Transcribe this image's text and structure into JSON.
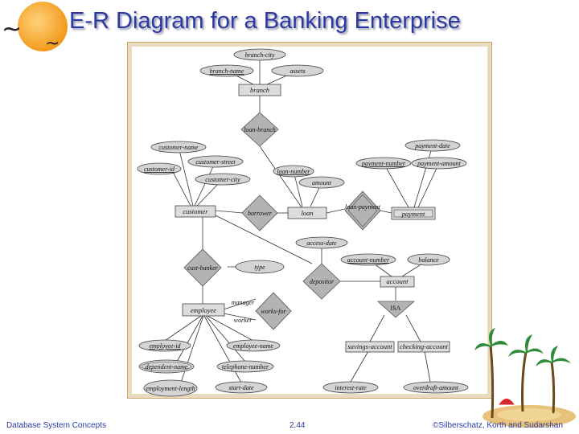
{
  "slide": {
    "title": "E-R Diagram for a Banking Enterprise",
    "footer_left": "Database System Concepts",
    "footer_center": "2.44",
    "footer_right": "©Silberschatz, Korth and Sudarshan"
  },
  "diagram": {
    "entities": {
      "branch": "branch",
      "customer": "customer",
      "loan": "loan",
      "payment": "payment",
      "account": "account",
      "employee": "employee",
      "savings_account": "savings-account",
      "checking_account": "checking-account"
    },
    "relationships": {
      "loan_branch": "loan-branch",
      "borrower": "borrower",
      "loan_payment": "loan-payment",
      "cust_banker": "cust-banker",
      "depositor": "depositor",
      "works_for": "works-for",
      "isa": "ISA"
    },
    "attributes": {
      "branch_city": "branch-city",
      "branch_name": "branch-name",
      "assets": "assets",
      "customer_name": "customer-name",
      "customer_street": "customer-street",
      "customer_id": "customer-id",
      "customer_city": "customer-city",
      "loan_number": "loan-number",
      "amount": "amount",
      "payment_date": "payment-date",
      "payment_number": "payment-number",
      "payment_amount": "payment-amount",
      "access_date": "access-date",
      "type": "type",
      "account_number": "account-number",
      "balance": "balance",
      "employee_id": "employee-id",
      "employee_name": "employee-name",
      "dependent_name": "dependent-name",
      "telephone_number": "telephone-number",
      "employment_length": "employment-length",
      "start_date": "start-date",
      "interest_rate": "interest-rate",
      "overdraft_amount": "overdraft-amount"
    },
    "roles": {
      "manager": "manager",
      "worker": "worker"
    }
  }
}
